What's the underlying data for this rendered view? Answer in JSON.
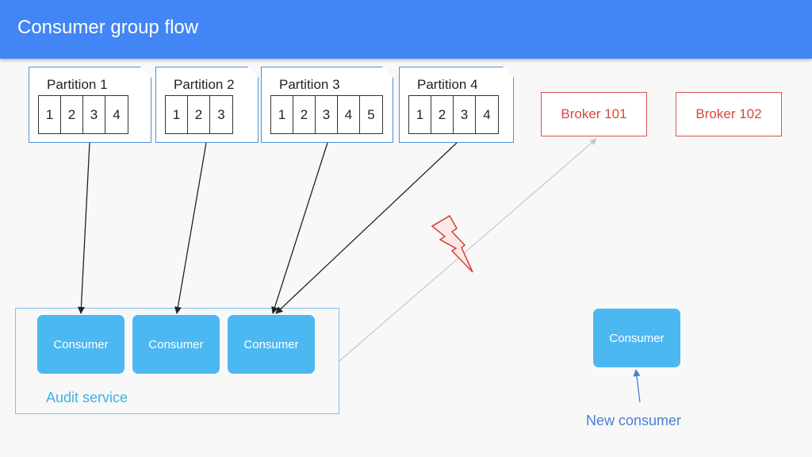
{
  "header": {
    "title": "Consumer group flow"
  },
  "partitions": [
    {
      "label": "Partition 1",
      "cells": [
        "1",
        "2",
        "3",
        "4"
      ]
    },
    {
      "label": "Partition 2",
      "cells": [
        "1",
        "2",
        "3"
      ]
    },
    {
      "label": "Partition 3",
      "cells": [
        "1",
        "2",
        "3",
        "4",
        "5"
      ]
    },
    {
      "label": "Partition 4",
      "cells": [
        "1",
        "2",
        "3",
        "4"
      ]
    }
  ],
  "brokers": [
    "Broker 101",
    "Broker 102"
  ],
  "audit_service": {
    "label": "Audit service",
    "consumers": [
      "Consumer",
      "Consumer",
      "Consumer"
    ]
  },
  "new_consumer": {
    "consumer_label": "Consumer",
    "label": "New consumer"
  },
  "colors": {
    "header": "#4285f4",
    "consumer": "#4bb8f2",
    "broker": "#d9473f",
    "audit_service": "#3fb0e8",
    "new_consumer": "#4a7fd4"
  },
  "icons": {
    "failure": "lightning-bolt-icon"
  }
}
